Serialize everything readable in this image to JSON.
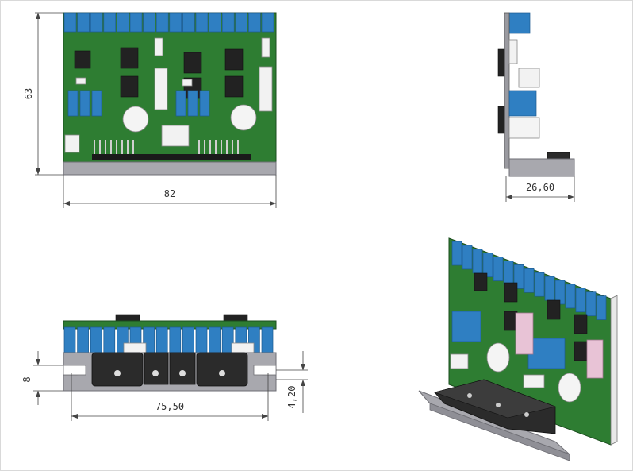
{
  "dimensions": {
    "top_height": "63",
    "top_width": "82",
    "side_depth": "26,60",
    "front_slot_spacing": "75,50",
    "front_slot_width": "8",
    "front_offset": "4,20"
  }
}
